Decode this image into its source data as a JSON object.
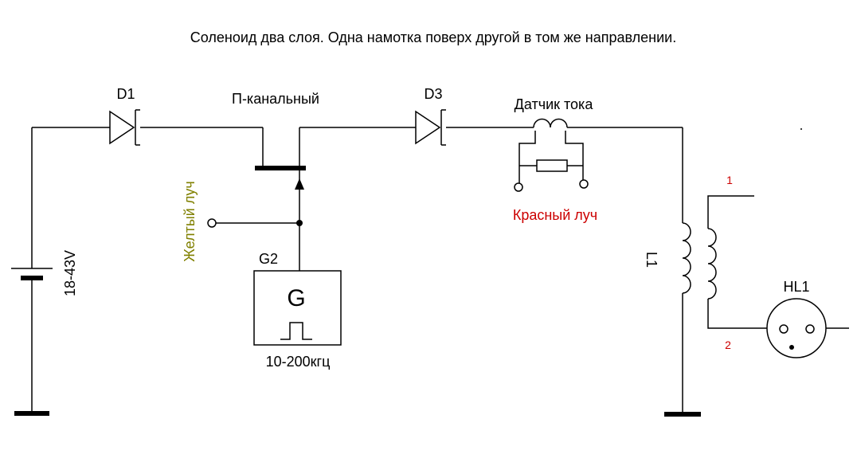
{
  "title": "Соленоид два слоя. Одна намотка поверх другой в том же направлении.",
  "labels": {
    "d1": "D1",
    "d3": "D3",
    "mosfet": "П-канальный",
    "gate_wire": "Желтый луч",
    "g2": "G2",
    "g_symbol": "G",
    "g2_freq": "10-200кгц",
    "current_sensor": "Датчик тока",
    "red_wire": "Красный луч",
    "battery_voltage": "18-43V",
    "l1": "L1",
    "hl1": "HL1",
    "pin1": "1",
    "pin2": "2"
  },
  "colors": {
    "line": "#000000",
    "yellow_label": "#808000",
    "red_label": "#cc0000"
  }
}
